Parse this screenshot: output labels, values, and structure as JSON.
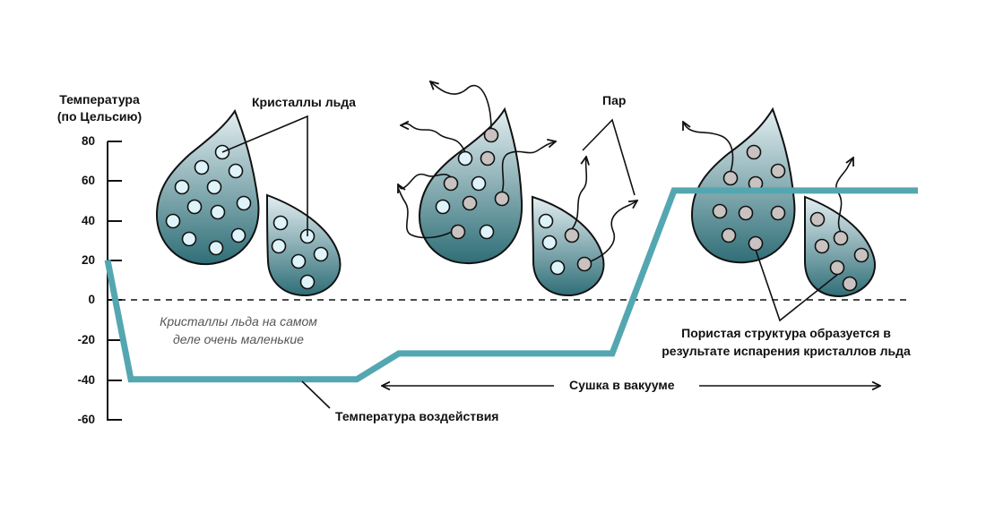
{
  "axis": {
    "title_line1": "Температура",
    "title_line2": "(по Цельсию)",
    "ticks": [
      "80",
      "60",
      "40",
      "20",
      "0",
      "-20",
      "-40",
      "-60"
    ]
  },
  "labels": {
    "ice_crystals": "Кристаллы льда",
    "vapor": "Пар",
    "note_line1": "Кристаллы льда на самом",
    "note_line2": "деле очень маленькие",
    "exposure_temp": "Температура воздействия",
    "vacuum_drying": "Сушка в вакууме",
    "porous_line1": "Пористая структура образуется в",
    "porous_line2": "результате испарения кристаллов льда"
  },
  "colors": {
    "curve": "#54a7b1",
    "drop_top": "#e3eef1",
    "drop_bottom": "#2f6e77",
    "ice": "#dff4fa",
    "pore": "#c8c3c1"
  },
  "chart_data": {
    "type": "line",
    "ylabel": "Температура (по Цельсию)",
    "yticks": [
      80,
      60,
      40,
      20,
      0,
      -20,
      -40,
      -60
    ],
    "ylim": [
      -60,
      80
    ],
    "series": [
      {
        "name": "Температура воздействия",
        "values": [
          20,
          -40,
          -40,
          -27,
          -27,
          55,
          55
        ]
      }
    ]
  }
}
